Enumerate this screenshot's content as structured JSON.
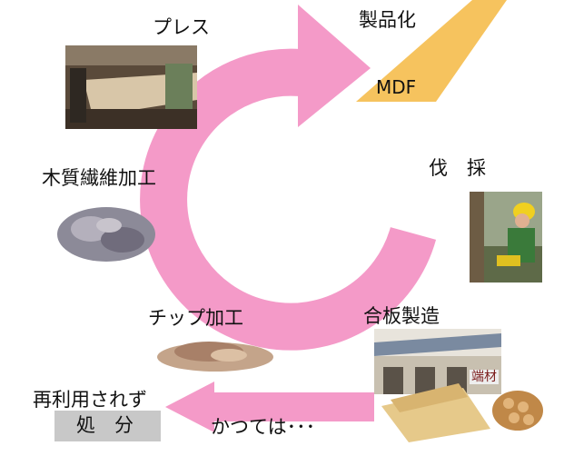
{
  "labels": {
    "press": "プレス",
    "productize": "製品化",
    "mdf": "MDF",
    "logging": "伐　採",
    "fiber": "木質繊維加工",
    "chip": "チップ加工",
    "plywood": "合板製造",
    "offcut": "端材",
    "unused": "再利用されず",
    "disposal": "処　分",
    "formerly": "かつては･･･"
  },
  "colors": {
    "cycle_arrow": "#f49ac8",
    "mdf_board": "#f6c35e",
    "disposal_box": "#c8c8c8"
  },
  "icons": [
    "press-machine-photo",
    "mdf-board-icon",
    "logger-photo",
    "wood-fiber-photo",
    "wood-chip-photo",
    "plywood-factory-photo",
    "lumber-pile-icon"
  ]
}
